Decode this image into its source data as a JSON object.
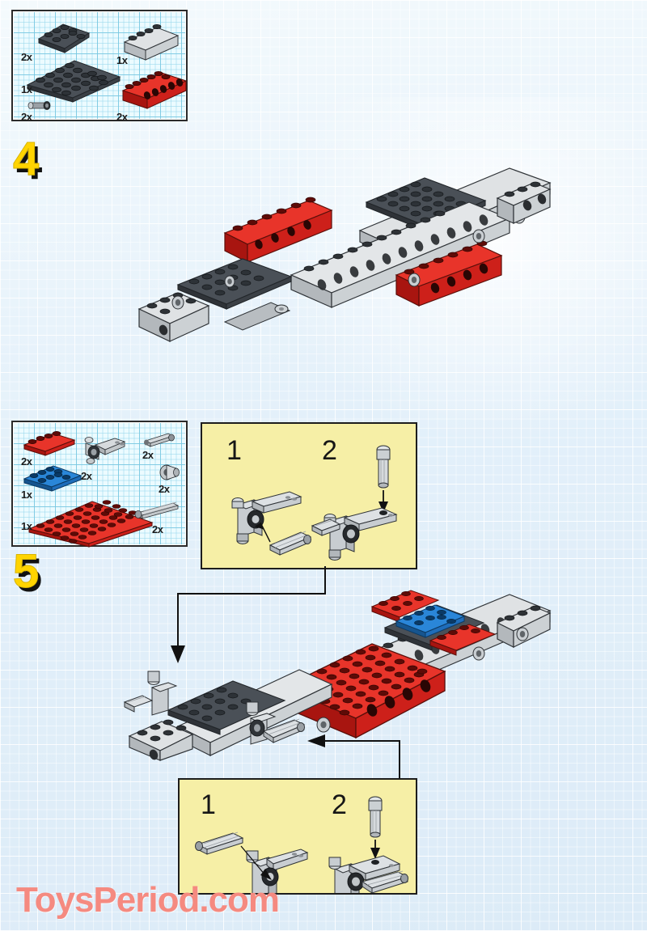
{
  "page": {
    "background_color": "#e9f3fa",
    "grid_color": "#ffffff",
    "watermark": "ToysPeriod.com",
    "watermark_color": "#f58a80"
  },
  "steps": [
    {
      "number": "4",
      "parts_box": {
        "label": "step-4-parts",
        "parts": [
          {
            "name": "dark-grey-plate-2x4",
            "qty": "2x",
            "color": "#3d434a"
          },
          {
            "name": "dark-grey-plate-4x6",
            "qty": "1x",
            "color": "#3d434a"
          },
          {
            "name": "grey-pin-connector",
            "qty": "2x",
            "color": "#9aa0a6"
          },
          {
            "name": "light-grey-brick-1x4",
            "qty": "1x",
            "color": "#d4d6d8"
          },
          {
            "name": "red-technic-brick-1x6",
            "qty": "2x",
            "color": "#d81e16"
          }
        ]
      }
    },
    {
      "number": "5",
      "parts_box": {
        "label": "step-5-parts",
        "parts": [
          {
            "name": "red-plate-1x4",
            "qty": "2x",
            "color": "#d81e16"
          },
          {
            "name": "blue-plate-2x4",
            "qty": "1x",
            "color": "#1a6fc4"
          },
          {
            "name": "red-plate-6x10",
            "qty": "1x",
            "color": "#d81e16"
          },
          {
            "name": "grey-steering-knuckle",
            "qty": "2x",
            "color": "#b9bdc1"
          },
          {
            "name": "grey-axle-pin-short",
            "qty": "2x",
            "color": "#b9bdc1"
          },
          {
            "name": "grey-bushing",
            "qty": "2x",
            "color": "#b9bdc1"
          },
          {
            "name": "grey-axle-long",
            "qty": "2x",
            "color": "#b9bdc1"
          }
        ]
      }
    }
  ],
  "callouts": [
    {
      "name": "callout-right-hub-assembly",
      "background_color": "#f6efa6",
      "substeps": [
        {
          "label": "1",
          "description": "insert axle into hub"
        },
        {
          "label": "2",
          "description": "press pin down into hub arm"
        }
      ]
    },
    {
      "name": "callout-left-hub-assembly",
      "background_color": "#f6efa6",
      "substeps": [
        {
          "label": "1",
          "description": "insert axle into hub"
        },
        {
          "label": "2",
          "description": "press pin down into hub arm"
        }
      ]
    }
  ],
  "assemblies": [
    {
      "name": "step-4-chassis",
      "colors": [
        "#d81e16",
        "#d4d6d8",
        "#3d434a"
      ]
    },
    {
      "name": "step-5-chassis",
      "colors": [
        "#d81e16",
        "#d4d6d8",
        "#3d434a",
        "#1a6fc4"
      ]
    }
  ]
}
